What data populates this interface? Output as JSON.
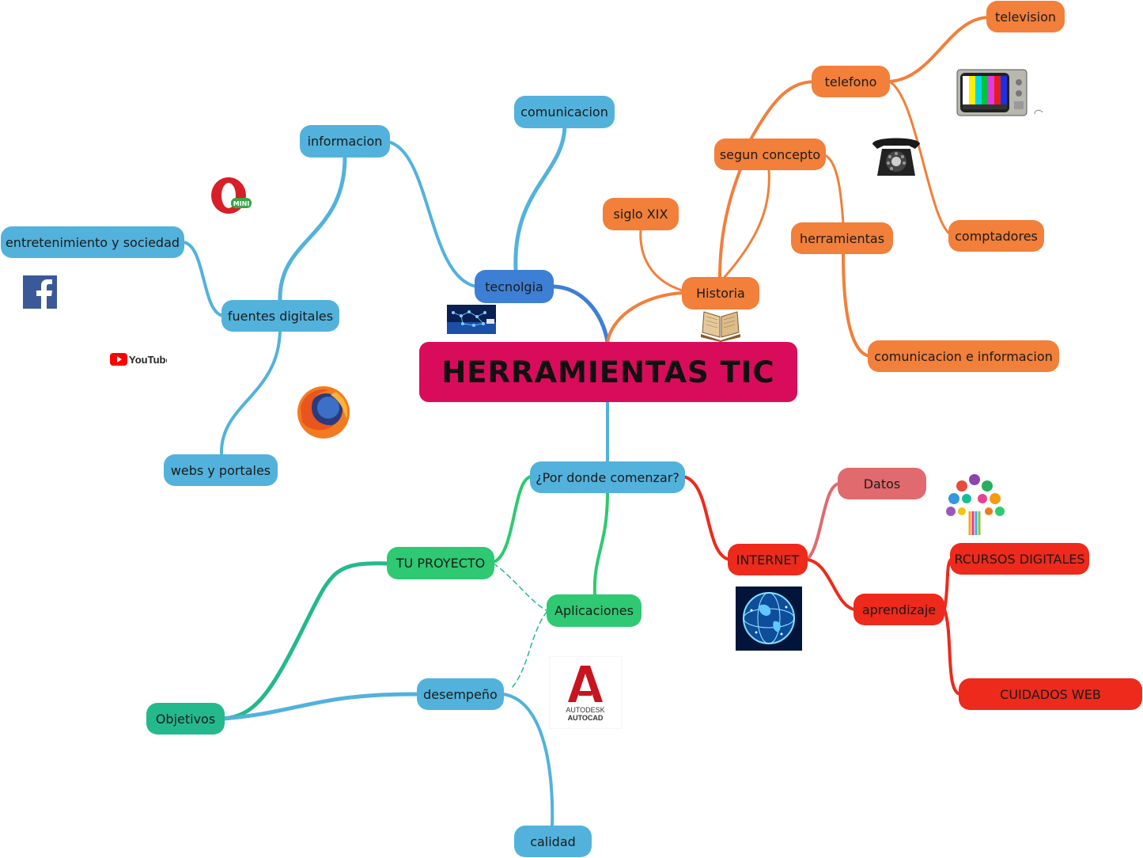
{
  "central": "HERRAMIENTAS TIC",
  "nodes": {
    "tecnolgia": "tecnolgia",
    "comunicacion": "comunicacion",
    "informacion": "informacion",
    "fuentes_digitales": "fuentes digitales",
    "entretenimiento": "entretenimiento y sociedad",
    "webs_portales": "webs y portales",
    "historia": "Historia",
    "siglo_xix": "siglo XIX",
    "segun_concepto": "segun concepto",
    "telefono": "telefono",
    "television": "television",
    "comptadores": "comptadores",
    "herramientas": "herramientas",
    "comunicacion_informacion": "comunicacion e informacion",
    "por_donde": "¿Por donde comenzar?",
    "tu_proyecto": "TU PROYECTO",
    "aplicaciones": "Aplicaciones",
    "objetivos": "Objetivos",
    "desempeno": "desempeño",
    "calidad": "calidad",
    "internet": "INTERNET",
    "datos": "Datos",
    "aprendizaje": "aprendizaje",
    "recursos_digitales": "RCURSOS DIGITALES",
    "cuidados_web": "CUIDADOS WEB"
  },
  "logos": {
    "opera_badge": "MINI",
    "youtube": "YouTube",
    "autocad_line1": "AUTODESK",
    "autocad_line2": "AUTOCAD"
  },
  "colors": {
    "central": "#d90c5b",
    "blue": "#52b2dc",
    "dark_blue": "#3e7fd6",
    "orange": "#f27f3a",
    "green": "#2ec972",
    "teal": "#24b98c",
    "red": "#ed2a1c",
    "pink": "#e06a6d"
  },
  "icons": [
    "opera-mini-icon",
    "facebook-icon",
    "youtube-icon",
    "firefox-icon",
    "network-icon",
    "book-icon",
    "tv-icon",
    "telephone-icon",
    "globe-icon",
    "tree-icon",
    "autocad-icon"
  ]
}
